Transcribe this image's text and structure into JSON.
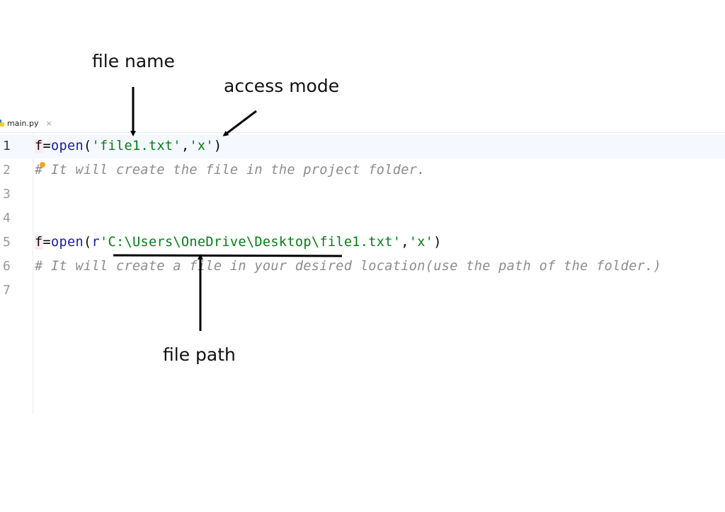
{
  "annotations": {
    "file_name": "file name",
    "access_mode": "access mode",
    "file_path": "file path"
  },
  "editor": {
    "tab": {
      "label": "main.py",
      "close": "×",
      "icon": "python-icon"
    },
    "lines": [
      {
        "number": "1"
      },
      {
        "number": "2"
      },
      {
        "number": "3"
      },
      {
        "number": "4"
      },
      {
        "number": "5"
      },
      {
        "number": "6"
      },
      {
        "number": "7"
      }
    ],
    "code": {
      "line1": {
        "var": "f",
        "eq": "=",
        "fn": "open",
        "open_paren": "(",
        "arg1": "'file1.txt'",
        "comma": ",",
        "arg2": "'x'",
        "close_paren": ")"
      },
      "line2": "# It will create the file in the project folder.",
      "line5": {
        "var": "f",
        "eq": "=",
        "fn": "open",
        "open_paren": "(",
        "prefix": "r",
        "arg1": "'C:\\Users\\OneDrive\\Desktop\\file1.txt'",
        "comma": ",",
        "arg2": "'x'",
        "close_paren": ")"
      },
      "line6": "# It will create a file in your desired location(use the path of the folder.)"
    }
  },
  "colors": {
    "keyword_fn": "#1a1aa6",
    "string": "#067d17",
    "comment": "#8c8c8c",
    "current_line": "#f5f8fe"
  }
}
